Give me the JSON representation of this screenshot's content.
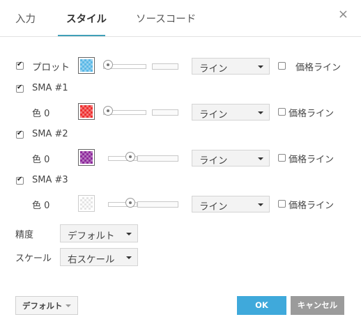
{
  "tabs": {
    "input": "入力",
    "style": "スタイル",
    "source": "ソースコード"
  },
  "close_label": "×",
  "plot": {
    "label": "プロット",
    "checked": true,
    "color": "#5bb8e6",
    "linestyle": "ライン",
    "price_line": "価格ライン",
    "price_line_checked": false
  },
  "sma": [
    {
      "label": "SMA #1",
      "checked": true,
      "sub_label": "色 0",
      "color": "#ee3030",
      "linestyle": "ライン",
      "price_line": "価格ライン",
      "price_line_checked": false
    },
    {
      "label": "SMA #2",
      "checked": true,
      "sub_label": "色 0",
      "color": "#8e2a9c",
      "linestyle": "ライン",
      "price_line": "価格ライン",
      "price_line_checked": false
    },
    {
      "label": "SMA #3",
      "checked": true,
      "sub_label": "色 0",
      "color": "#ffffff",
      "linestyle": "ライン",
      "price_line": "価格ライン",
      "price_line_checked": false
    }
  ],
  "precision": {
    "label": "精度",
    "value": "デフォルト"
  },
  "scale": {
    "label": "スケール",
    "value": "右スケール"
  },
  "footer": {
    "defaults": "デフォルト",
    "ok": "OK",
    "cancel": "キャンセル"
  },
  "colors": {
    "accent": "#3f9fb8",
    "ok_button": "#3fa9db",
    "cancel_button": "#9b9b9b"
  }
}
